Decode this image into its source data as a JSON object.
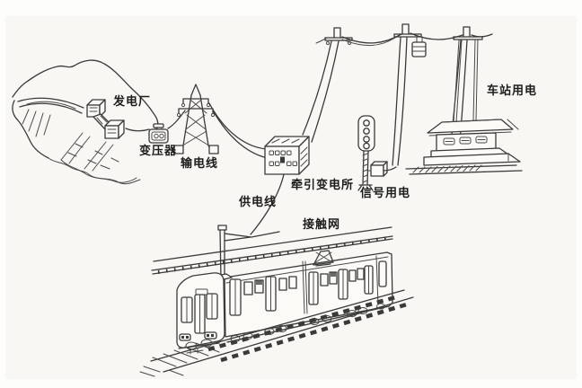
{
  "figure": {
    "type": "hand-drawn schematic",
    "subject": "railway traction power supply system from power plant to train",
    "labels": {
      "power_plant": "发电厂",
      "transformer": "变压器",
      "transmission_line": "输电线",
      "traction_substation": "牵引变电所",
      "feeder_line": "供电线",
      "catenary": "接触网",
      "signal_power": "信号用电",
      "station_power": "车站用电"
    },
    "components": [
      "hydro-dam-icon",
      "power-plant-house-icon",
      "transformer-icon",
      "transmission-tower-icon",
      "traction-substation-icon",
      "utility-pole-icon",
      "signal-light-icon",
      "relay-box-icon",
      "station-building-icon",
      "catenary-mast-icon",
      "pantograph-icon",
      "train-icon",
      "rail-track-icon"
    ],
    "colors": {
      "ink": "#3a3a3a",
      "paper": "#fbfaf8",
      "scan_wash": "#f9f7f3"
    }
  }
}
